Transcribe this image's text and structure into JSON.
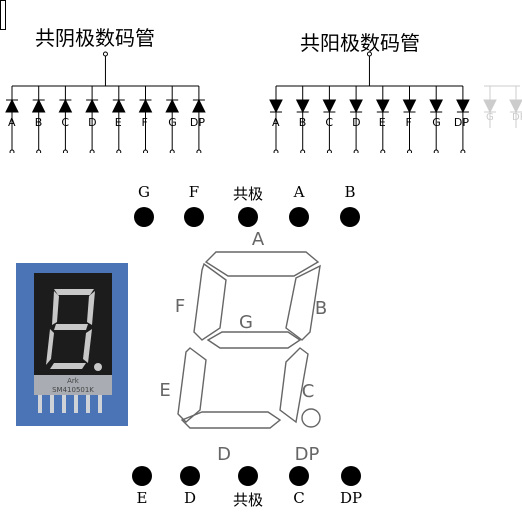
{
  "cathode": {
    "title": "共阴极数码管",
    "pins": [
      "A",
      "B",
      "C",
      "D",
      "E",
      "F",
      "G",
      "DP"
    ]
  },
  "anode": {
    "title": "共阳极数码管",
    "pins": [
      "A",
      "B",
      "C",
      "D",
      "E",
      "F",
      "G",
      "DP"
    ],
    "ghost_pins": [
      "G",
      "DP"
    ]
  },
  "top_pins": [
    "G",
    "F",
    "共极",
    "A",
    "B"
  ],
  "bottom_pins": [
    "E",
    "D",
    "共极",
    "C",
    "DP"
  ],
  "segments": {
    "a": "A",
    "b": "B",
    "c": "C",
    "d": "D",
    "e": "E",
    "f": "F",
    "g": "G",
    "dp": "DP"
  },
  "photo": {
    "printed_line1": "Ark",
    "printed_line2": "SM410501K"
  },
  "colors": {
    "photo_bg": "#4a74b6",
    "device_body": "#1c1c1c",
    "segment_lit": "#c8c8c8",
    "pin_metal": "#cfd3d8"
  }
}
